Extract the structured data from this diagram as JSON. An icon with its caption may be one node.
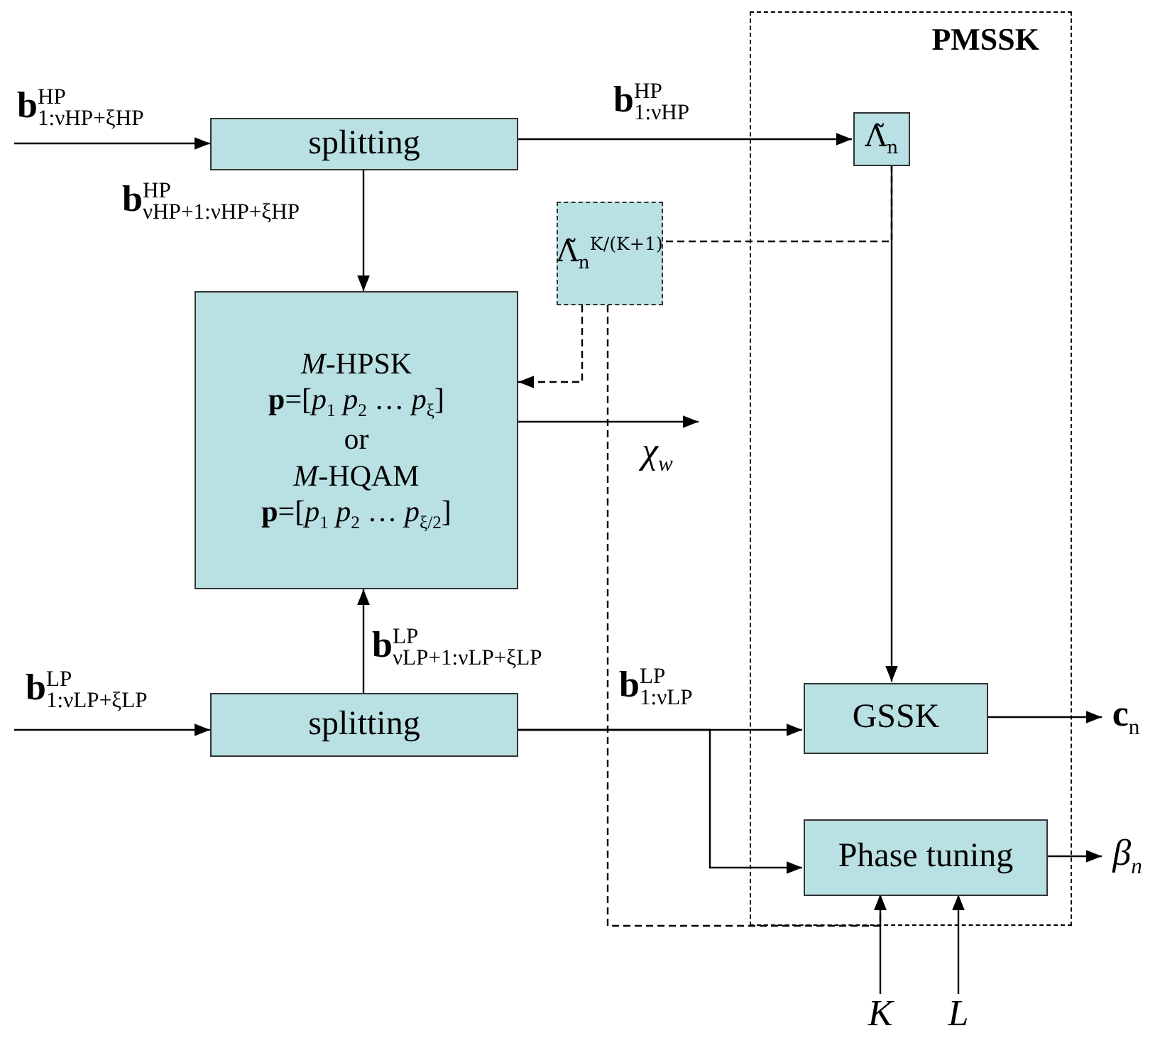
{
  "diagram": {
    "nodes": [
      {
        "text": [
          "PMSSK"
        ]
      },
      {
        "text": [
          "splitting"
        ]
      },
      {
        "text": [
          "Λ̃$_{n}$"
        ],
        "in": 0
      },
      {
        "text": [
          "Λ̃$_{n}$$^{K/(K+1)}$"
        ]
      },
      {
        "text": [
          "*M*-HPSK",
          "**p**=[*p*$_{1}$ *p*$_{2}$ … *p*$_{ξ}$]",
          "or",
          "*M*-HQAM",
          "**p**=[*p*$_{1}$ *p*$_{2}$ … *p*$_{ξ/2}$]"
        ]
      },
      {
        "text": [
          "splitting"
        ]
      },
      {
        "text": [
          "GSSK"
        ],
        "in": 0
      },
      {
        "text": [
          "Phase tuning"
        ],
        "in": 0
      },
      {
        "text": [
          "K"
        ]
      },
      {
        "text": [
          "L"
        ]
      },
      {
        "text": [
          "**c**$_{n}$"
        ]
      },
      {
        "text": [
          "*β*$_{n}$"
        ]
      }
    ],
    "edges": [
      {
        "from": null,
        "to": 1,
        "arrow": "to",
        "label": "**b**$^{HP}$$_{1:νHP+ξHP}$"
      },
      {
        "from": 1,
        "to": 2,
        "arrow": "to",
        "label": "**b**$^{HP}$$_{1:νHP}$"
      },
      {
        "from": 1,
        "to": 4,
        "arrow": "to",
        "label": "**b**$^{HP}$$_{νHP+1:νHP+ξHP}$"
      },
      {
        "from": 3,
        "to": 4,
        "arrow": "to",
        "style": "dashed"
      },
      {
        "from": 4,
        "to": null,
        "arrow": "to",
        "label": "*χ*$_{w}$"
      },
      {
        "from": null,
        "to": 5,
        "arrow": "to",
        "label": "**b**$^{LP}$$_{1:νLP+ξLP}$"
      },
      {
        "from": 5,
        "to": 4,
        "arrow": "to",
        "label": "**b**$^{LP}$$_{νLP+1:νLP+ξLP}$"
      },
      {
        "from": 5,
        "to": 6,
        "arrow": "to",
        "label": "**b**$^{LP}$$_{1:νLP}$"
      },
      {
        "from": 5,
        "to": 7,
        "arrow": "to"
      },
      {
        "from": 2,
        "to": 6,
        "arrow": "to"
      },
      {
        "from": 2,
        "to": 3,
        "arrow": "none",
        "style": "dashed"
      },
      {
        "from": 3,
        "to": 7,
        "arrow": "to",
        "style": "dashed"
      },
      {
        "from": 8,
        "to": 7,
        "arrow": "to"
      },
      {
        "from": 9,
        "to": 7,
        "arrow": "to"
      },
      {
        "from": 6,
        "to": 10,
        "arrow": "to"
      },
      {
        "from": 7,
        "to": 11,
        "arrow": "to"
      }
    ]
  }
}
